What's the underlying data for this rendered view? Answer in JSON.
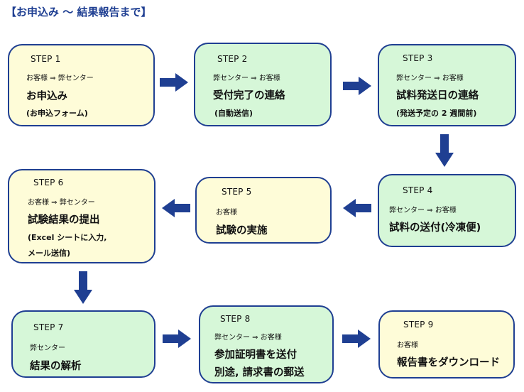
{
  "title": "【お申込み 〜 結果報告まで】",
  "steps": [
    {
      "label": "STEP 1",
      "flow": "お客様 ⇒ 弊センター",
      "main": "お申込み",
      "sub1": "(お申込フォーム)",
      "sub2": "",
      "color": "#fefcd8"
    },
    {
      "label": "STEP 2",
      "flow": "弊センター ⇒ お客様",
      "main": "受付完了の連絡",
      "sub1": "(自動送信)",
      "sub2": "",
      "color": "#d6f7d8"
    },
    {
      "label": "STEP 3",
      "flow": "弊センター ⇒ お客様",
      "main": "試料発送日の連絡",
      "sub1": "(発送予定の 2 週間前)",
      "sub2": "",
      "color": "#d6f7d8"
    },
    {
      "label": "STEP 4",
      "flow": "弊センター ⇒ お客様",
      "main": "試料の送付(冷凍便)",
      "sub1": "",
      "sub2": "",
      "color": "#d6f7d8"
    },
    {
      "label": "STEP 5",
      "flow": "お客様",
      "main": "試験の実施",
      "sub1": "",
      "sub2": "",
      "color": "#fefcd8"
    },
    {
      "label": "STEP 6",
      "flow": "お客様 ⇒ 弊センター",
      "main": "試験結果の提出",
      "sub1": "(Excel シートに入力,",
      "sub2": "メール送信)",
      "color": "#fefcd8"
    },
    {
      "label": "STEP 7",
      "flow": "弊センター",
      "main": "結果の解析",
      "sub1": "",
      "sub2": "",
      "color": "#d6f7d8"
    },
    {
      "label": "STEP 8",
      "flow": "弊センター ⇒ お客様",
      "main": "参加証明書を送付",
      "sub1": "別途, 請求書の郵送",
      "sub2": "",
      "color": "#d6f7d8"
    },
    {
      "label": "STEP 9",
      "flow": "お客様",
      "main": "報告書をダウンロード",
      "sub1": "",
      "sub2": "",
      "color": "#fefcd8"
    }
  ],
  "colors": {
    "border": "#1f3f92",
    "arrow": "#1f3f92",
    "title": "#1f3f92",
    "customer": "#fefcd8",
    "center": "#d6f7d8"
  },
  "arrows": [
    "right",
    "right",
    "down",
    "left",
    "left",
    "down",
    "right",
    "right"
  ]
}
